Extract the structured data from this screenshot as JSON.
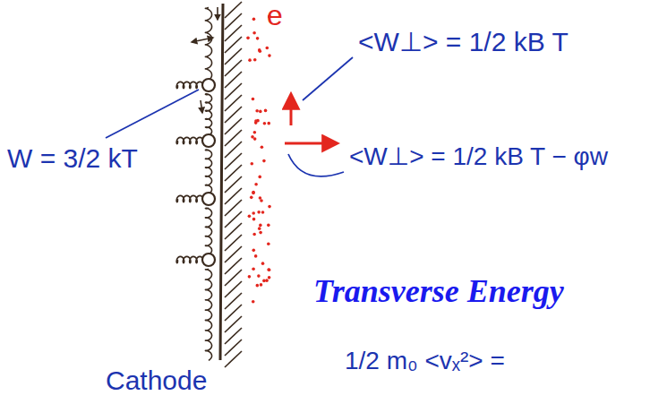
{
  "diagram": {
    "labels": [
      "e",
      "<W⊥> = 1/2 kB T",
      "W = 3/2 kT",
      "<W⊥> = 1/2 kB T − φw",
      "Transverse Energy",
      "1/2 m₀ <vₓ²> =",
      "Cathode"
    ]
  }
}
